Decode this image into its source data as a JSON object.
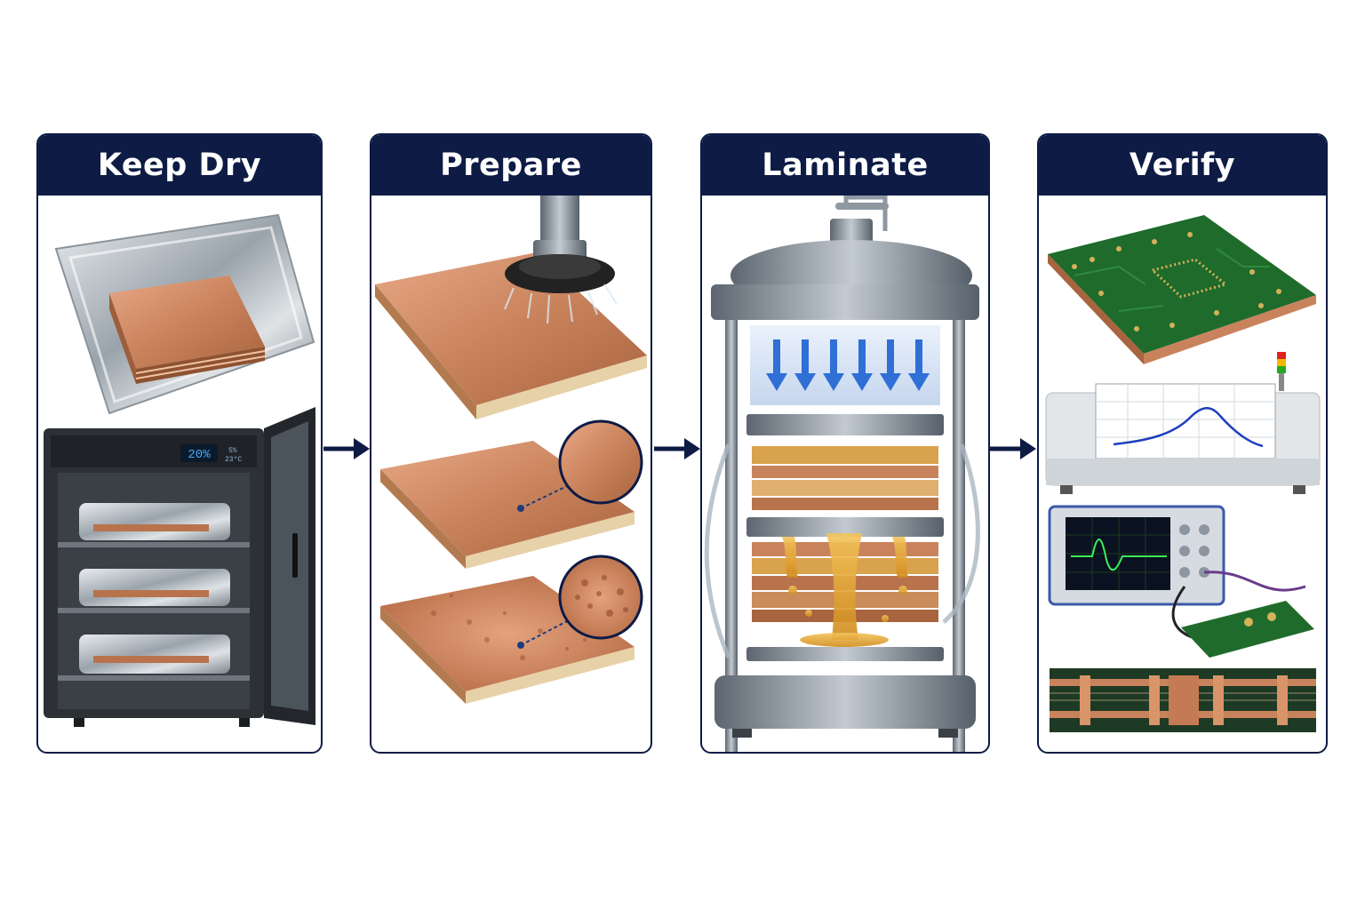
{
  "steps": [
    {
      "title": "Keep Dry"
    },
    {
      "title": "Prepare"
    },
    {
      "title": "Laminate"
    },
    {
      "title": "Verify"
    }
  ],
  "cabinet_display": {
    "humidity": "20%",
    "small_line1": "5%",
    "small_line2": "23°C"
  },
  "colors": {
    "header": "#0d1b45",
    "copper": "#c9835c",
    "pcb_green": "#1f6b2c",
    "press_blue": "#2f6fd6",
    "resin": "#e4a63a"
  }
}
